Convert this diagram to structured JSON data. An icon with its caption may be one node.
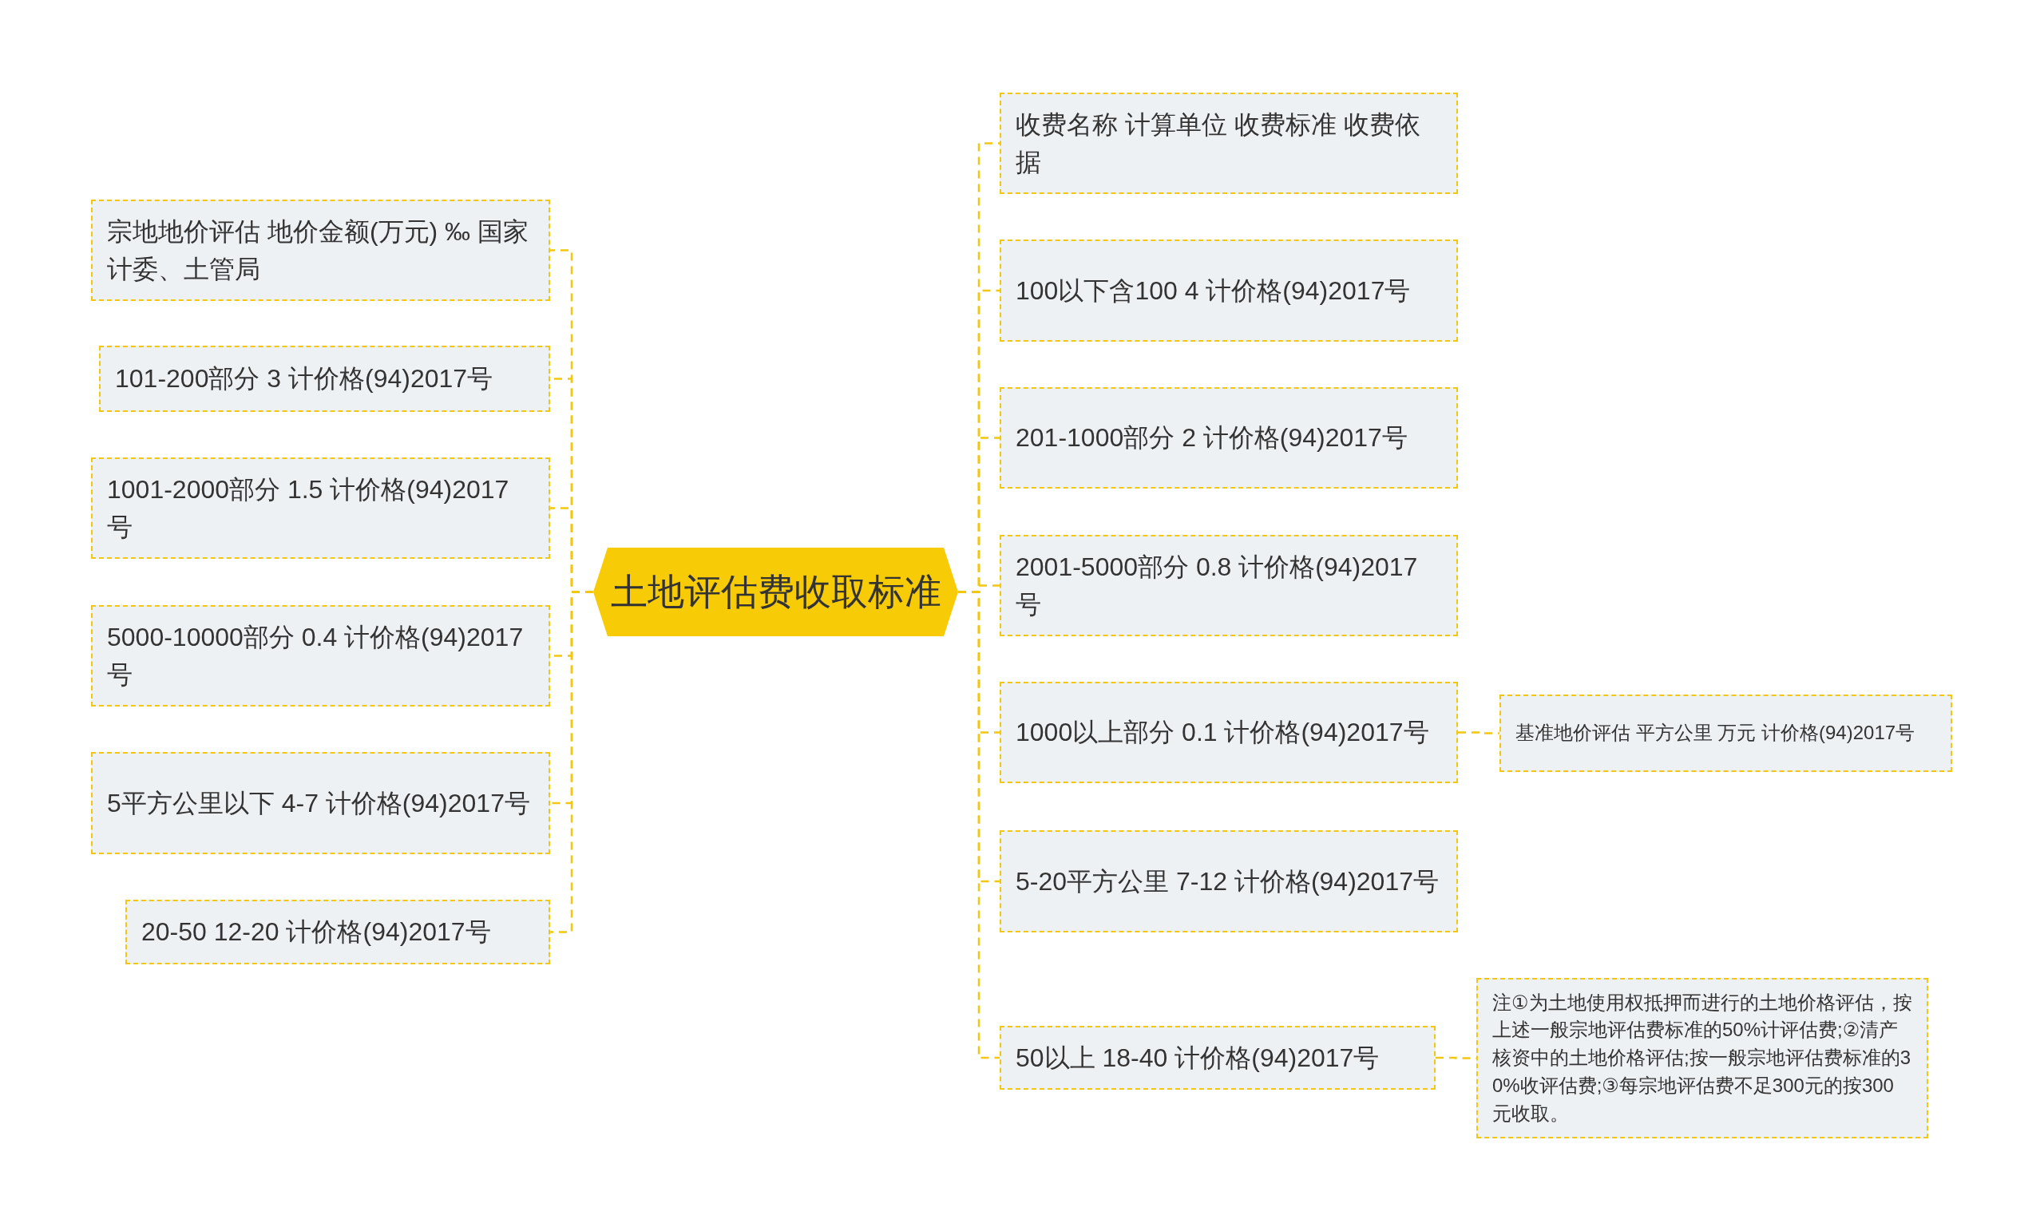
{
  "diagram": {
    "nodes": [
      {
        "text": [
          "土地评估费收取标准"
        ]
      },
      {
        "text": [
          "宗地地价评估 地价金额(万元) ‰ 国家计委、土管局"
        ]
      },
      {
        "text": [
          "101-200部分 3 计价格(94)2017号"
        ]
      },
      {
        "text": [
          "1001-2000部分 1.5 计价格(94)2017号"
        ]
      },
      {
        "text": [
          "5000-10000部分 0.4  计价格(94)2017号"
        ]
      },
      {
        "text": [
          "5平方公里以下 4-7 计价格(94)2017号"
        ]
      },
      {
        "text": [
          "20-50 12-20 计价格(94)2017号"
        ]
      },
      {
        "text": [
          "收费名称 计算单位 收费标准 收费依据"
        ]
      },
      {
        "text": [
          "100以下含100 4 计价格(94)2017号"
        ]
      },
      {
        "text": [
          "201-1000部分 2 计价格(94)2017号"
        ]
      },
      {
        "text": [
          "2001-5000部分 0.8 计价格(94)2017号"
        ]
      },
      {
        "text": [
          "1000以上部分 0.1 计价格(94)2017号"
        ]
      },
      {
        "text": [
          "5-20平方公里 7-12 计价格(94)2017号"
        ]
      },
      {
        "text": [
          "50以上 18-40 计价格(94)2017号"
        ]
      },
      {
        "text": [
          "基准地价评估 平方公里 万元 计价格(94)2017号"
        ]
      },
      {
        "text": [
          "注①为土地使用权抵押而进行的土地价格评估，按上述一般宗地评估费标准的50%计评估费;②清产核资中的土地价格评估;按一般宗地评估费标准的30%收评估费;③每宗地评估费不足300元的按300元收取。"
        ]
      }
    ],
    "edges": [
      {
        "from": 0,
        "to": 1,
        "arrow": "none",
        "style": "dashed"
      },
      {
        "from": 0,
        "to": 2,
        "arrow": "none",
        "style": "dashed"
      },
      {
        "from": 0,
        "to": 3,
        "arrow": "none",
        "style": "dashed"
      },
      {
        "from": 0,
        "to": 4,
        "arrow": "none",
        "style": "dashed"
      },
      {
        "from": 0,
        "to": 5,
        "arrow": "none",
        "style": "dashed"
      },
      {
        "from": 0,
        "to": 6,
        "arrow": "none",
        "style": "dashed"
      },
      {
        "from": 0,
        "to": 7,
        "arrow": "none",
        "style": "dashed"
      },
      {
        "from": 0,
        "to": 8,
        "arrow": "none",
        "style": "dashed"
      },
      {
        "from": 0,
        "to": 9,
        "arrow": "none",
        "style": "dashed"
      },
      {
        "from": 0,
        "to": 10,
        "arrow": "none",
        "style": "dashed"
      },
      {
        "from": 0,
        "to": 11,
        "arrow": "none",
        "style": "dashed"
      },
      {
        "from": 0,
        "to": 12,
        "arrow": "none",
        "style": "dashed"
      },
      {
        "from": 0,
        "to": 13,
        "arrow": "none",
        "style": "dashed"
      },
      {
        "from": 11,
        "to": 14,
        "arrow": "none",
        "style": "dashed"
      },
      {
        "from": 13,
        "to": 15,
        "arrow": "none",
        "style": "dashed"
      }
    ]
  }
}
